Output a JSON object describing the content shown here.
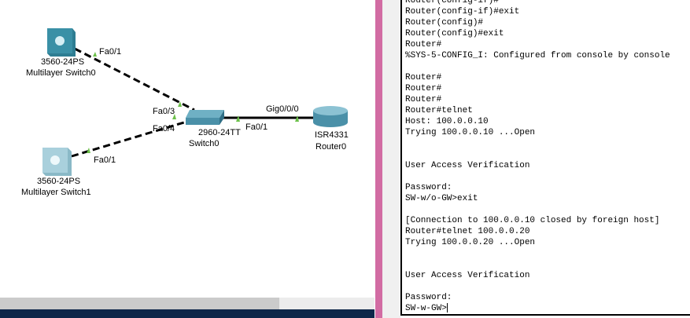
{
  "topology": {
    "devices": [
      {
        "model": "3560-24PS",
        "name": "Multilayer Switch0",
        "icon": "multilayer-switch-icon"
      },
      {
        "model": "3560-24PS",
        "name": "Multilayer Switch1",
        "icon": "multilayer-switch-icon"
      },
      {
        "model": "2960-24TT",
        "name": "Switch0",
        "icon": "switch-icon"
      },
      {
        "model": "ISR4331",
        "name": "Router0",
        "icon": "router-icon"
      }
    ],
    "ports": {
      "mls0_fa": "Fa0/1",
      "sw0_fa3": "Fa0/3",
      "sw0_fa4": "Fa0/4",
      "mls1_fa": "Fa0/1",
      "sw0_fa1": "Fa0/1",
      "r0_gig": "Gig0/0/0"
    },
    "colors": {
      "link_up": "#6cc04a",
      "accent": "#d26ca3",
      "navbar": "#0e2749"
    }
  },
  "terminal": {
    "lines": [
      "Router(config-if)#",
      "Router(config-if)#exit",
      "Router(config)#",
      "Router(config)#exit",
      "Router#",
      "%SYS-5-CONFIG_I: Configured from console by console",
      "",
      "Router#",
      "Router#",
      "Router#",
      "Router#telnet",
      "Host: 100.0.0.10",
      "Trying 100.0.0.10 ...Open",
      "",
      "",
      "User Access Verification",
      "",
      "Password:",
      "SW-w/o-GW>exit",
      "",
      "[Connection to 100.0.0.10 closed by foreign host]",
      "Router#telnet 100.0.0.20",
      "Trying 100.0.0.20 ...Open",
      "",
      "",
      "User Access Verification",
      "",
      "Password:"
    ],
    "prompt": "SW-w-GW>"
  }
}
